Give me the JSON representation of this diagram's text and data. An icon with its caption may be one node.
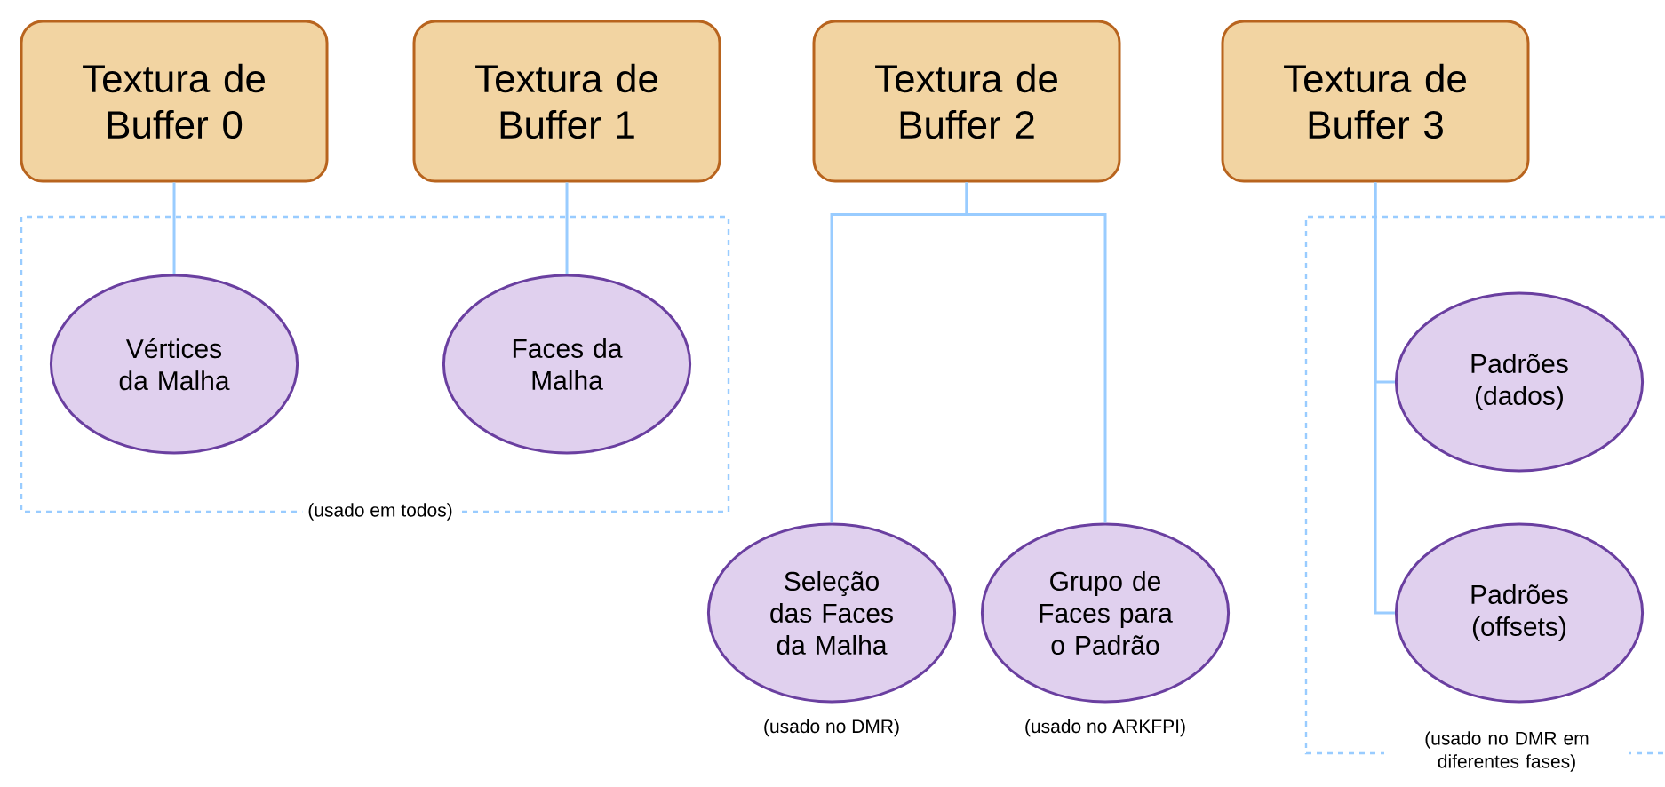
{
  "diagram": {
    "nodes": [
      {
        "text": [
          "Textura de Buffer 0"
        ]
      },
      {
        "text": [
          "Textura de Buffer 1"
        ]
      },
      {
        "text": [
          "Textura de Buffer 2"
        ]
      },
      {
        "text": [
          "Textura de Buffer 3"
        ]
      },
      {
        "text": [
          "(usado em todos)"
        ]
      },
      {
        "text": [
          "Vértices da Malha"
        ],
        "in": 4
      },
      {
        "text": [
          "Faces da Malha"
        ],
        "in": 4
      },
      {
        "text": [
          "Seleção das Faces da Malha"
        ],
        "beside": [
          "(usado no DMR)"
        ]
      },
      {
        "text": [
          "Grupo de Faces para o Padrão"
        ],
        "beside": [
          "(usado no ARKFPI)"
        ]
      },
      {
        "text": [
          "(usado no DMR em diferentes fases)"
        ]
      },
      {
        "text": [
          "Padrões (dados)"
        ],
        "in": 9
      },
      {
        "text": [
          "Padrões (offsets)"
        ],
        "in": 9
      }
    ],
    "edges": [
      {
        "from": 0,
        "to": 5,
        "arrow": "none"
      },
      {
        "from": 1,
        "to": 6,
        "arrow": "none"
      },
      {
        "from": 2,
        "to": 7,
        "arrow": "none"
      },
      {
        "from": 2,
        "to": 8,
        "arrow": "none"
      },
      {
        "from": 3,
        "to": 10,
        "arrow": "none"
      },
      {
        "from": 3,
        "to": 11,
        "arrow": "none"
      }
    ]
  }
}
